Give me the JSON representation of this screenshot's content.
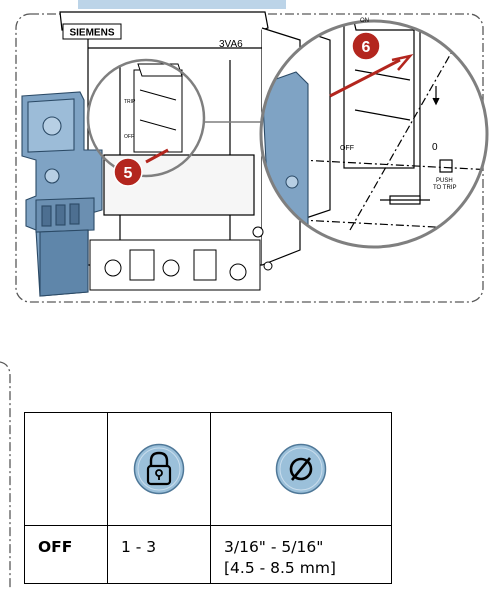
{
  "illustration": {
    "brand_label": "SIEMENS",
    "model_label": "3VA6",
    "callout_5": "5",
    "callout_6": "6",
    "zoom_off_label": "OFF",
    "zoom_zero_label": "0",
    "zoom_push_line1": "PUSH",
    "zoom_push_line2": "TO TRIP",
    "zoom_on_label": "ON",
    "small_trip_label": "TRIP",
    "small_off_label": "OFF",
    "colors": {
      "accent_blue": "#7fa3c4",
      "accent_blue_dark": "#4d6f91",
      "callout_red": "#b3261e",
      "frame_gray": "#595959"
    }
  },
  "table": {
    "header_icons": [
      "padlock-icon",
      "diameter-icon"
    ],
    "rows": [
      {
        "position": "OFF",
        "quantity": "1 - 3",
        "size_line1": "3/16\" - 5/16\"",
        "size_line2": "[4.5 - 8.5 mm]"
      }
    ],
    "colors": {
      "icon_fill": "#9bc0da",
      "icon_border": "#4f7898"
    }
  }
}
